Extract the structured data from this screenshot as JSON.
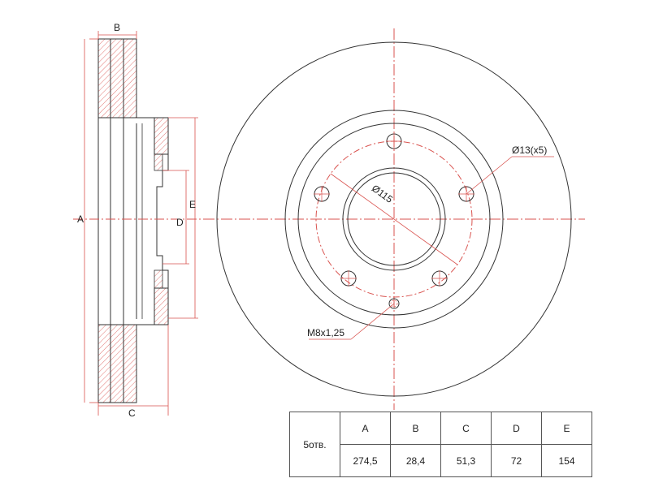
{
  "side_view": {
    "labels": {
      "a": "A",
      "b": "B",
      "c": "C",
      "d": "D",
      "e": "E"
    }
  },
  "front_view": {
    "labels": {
      "bolt_circle": "Ø115",
      "holes": "Ø13(x5)",
      "thread": "M8x1,25"
    }
  },
  "spec_table": {
    "row_label": "5отв.",
    "headers": [
      "A",
      "B",
      "C",
      "D",
      "E"
    ],
    "values": [
      "274,5",
      "28,4",
      "51,3",
      "72",
      "154"
    ]
  },
  "colors": {
    "line": "#333333",
    "center_line": "#d9534f",
    "dimension_line": "#d9534f",
    "hatch": "#d9534f"
  }
}
